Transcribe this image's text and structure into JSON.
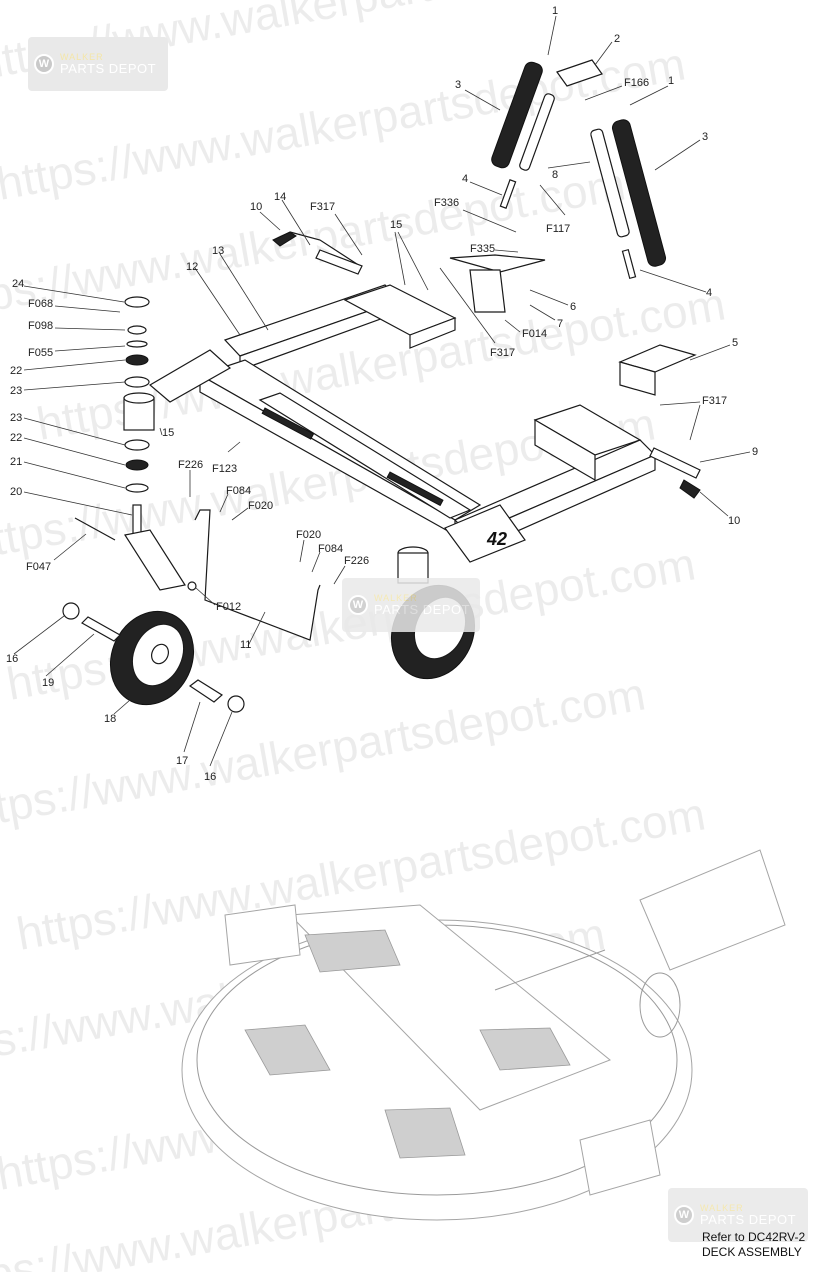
{
  "watermark": {
    "lines": [
      "https://www.walkerpartsdepot.com",
      "https://www.walkerpartsdepot.com",
      "https://www.walkerpartsdepot.com",
      "https://www.walkerpartsdepot.com",
      "https://www.walkerpartsdepot.com",
      "https://www.walkerpartsdepot.com",
      "https://www.walkerpartsdepot.com",
      "https://www.walkerpartsdepot.com",
      "https://www.walkerpartsdepot.com",
      "https://www.walkerpartsdepot.com",
      "https://www.walkerpartsdepot.com"
    ],
    "logo_top": "WALKER",
    "logo_bottom": "PARTS DEPOT"
  },
  "frame_label": "42",
  "callouts": [
    "1",
    "2",
    "F166",
    "1",
    "3",
    "3",
    "8",
    "4",
    "F117",
    "F336",
    "F335",
    "6",
    "7",
    "F014",
    "F317",
    "14",
    "10",
    "F317",
    "15",
    "13",
    "12",
    "24",
    "F068",
    "F098",
    "F055",
    "22",
    "23",
    "23",
    "22",
    "21",
    "20",
    "15",
    "F226",
    "F123",
    "F084",
    "F020",
    "F047",
    "F012",
    "F020",
    "F084",
    "F226",
    "11",
    "16",
    "19",
    "18",
    "17",
    "16",
    "5",
    "F317",
    "9",
    "10",
    "4"
  ],
  "reference": {
    "line1": "Refer to DC42RV-2",
    "line2": "DECK ASSEMBLY"
  }
}
